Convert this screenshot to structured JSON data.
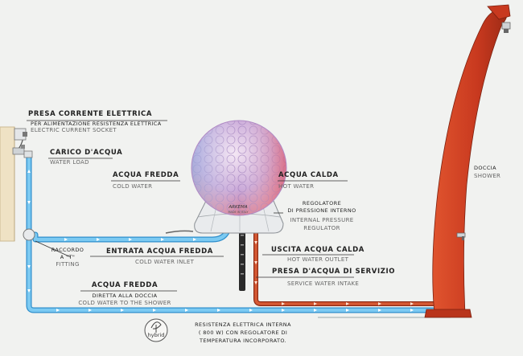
{
  "labels": {
    "presa_corrente_it": "PRESA CORRENTE ELETTRICA",
    "presa_corrente_sub": "PER ALIMENTAZIONE  RESISTENZA ELETTRICA",
    "presa_corrente_en": "ELECTRIC CURRENT SOCKET",
    "carico_it": "CARICO D'ACQUA",
    "carico_en": "WATER LOAD",
    "acqua_fredda_it": "ACQUA FREDDA",
    "acqua_fredda_en": "COLD WATER",
    "acqua_calda_it": "ACQUA CALDA",
    "acqua_calda_en": "HOT WATER",
    "doccia_it": "DOCCIA",
    "doccia_en": "SHOWER",
    "regolatore_it_1": "REGOLATORE",
    "regolatore_it_2": "DI PRESSIONE INTERNO",
    "regolatore_en_1": "INTERNAL PRESSURE",
    "regolatore_en_2": "REGULATOR",
    "raccordo_it_1": "RACCORDO",
    "raccordo_it_2": "A \"T\"",
    "raccordo_en": "FITTING",
    "entrata_it": "ENTRATA ACQUA FREDDA",
    "entrata_en": "COLD WATER INLET",
    "uscita_it": "USCITA ACQUA CALDA",
    "uscita_en": "HOT WATER OUTLET",
    "presa_servizio_it": "PRESA D'ACQUA DI SERVIZIO",
    "presa_servizio_en": "SERVICE WATER INTAKE",
    "fredda_diretta_it": "ACQUA FREDDA",
    "fredda_diretta_sub": "DIRETTA ALLA DOCCIA",
    "fredda_diretta_en": "COLD WATER TO THE SHOWER",
    "resistenza_1": "RESISTENZA ELETTRICA INTERNA",
    "resistenza_2": "( 800 W) CON REGOLATORE DI",
    "resistenza_3": "TEMPERATURA INCORPORATO.",
    "hybrid": "hybrid",
    "tank_brand": "ARKEMA",
    "tank_made": "MADE IN ITALY"
  },
  "colors": {
    "cold_pipe": "#5bb8ea",
    "cold_pipe_dark": "#2f8fcc",
    "hot_pipe": "#c94a28",
    "shower_body": "#c8391f",
    "wall": "#efe2c4"
  },
  "icons": [
    "hybrid-leaf-icon",
    "shower-head-icon",
    "tap-icon"
  ]
}
